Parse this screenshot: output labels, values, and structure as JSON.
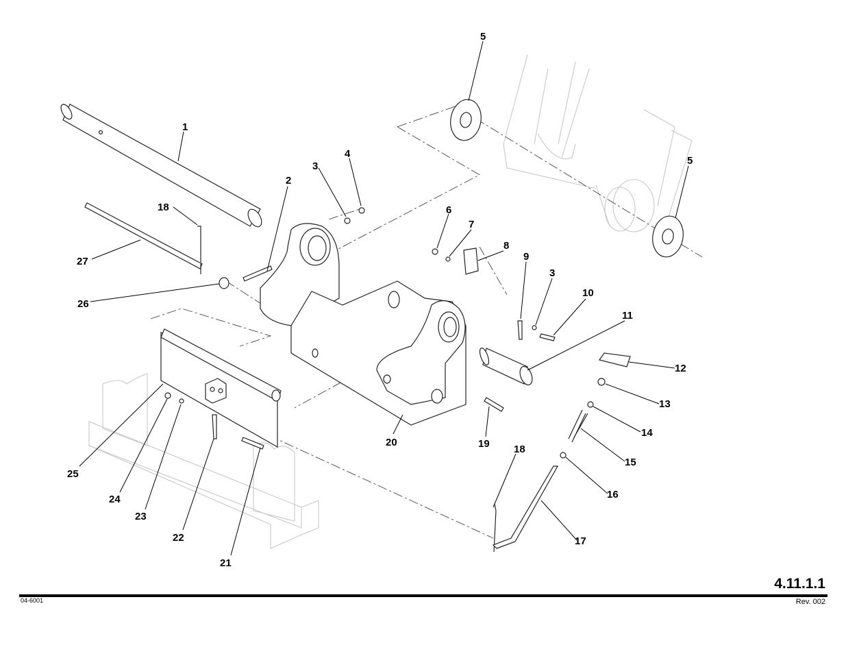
{
  "footer": {
    "section_number": "4.11.1.1",
    "document_number": "04-6001",
    "revision": "Rev. 002"
  },
  "callouts": [
    {
      "id": "c1",
      "label": "1"
    },
    {
      "id": "c2",
      "label": "2"
    },
    {
      "id": "c3a",
      "label": "3"
    },
    {
      "id": "c4",
      "label": "4"
    },
    {
      "id": "c5a",
      "label": "5"
    },
    {
      "id": "c5b",
      "label": "5"
    },
    {
      "id": "c6",
      "label": "6"
    },
    {
      "id": "c7",
      "label": "7"
    },
    {
      "id": "c8",
      "label": "8"
    },
    {
      "id": "c9",
      "label": "9"
    },
    {
      "id": "c3b",
      "label": "3"
    },
    {
      "id": "c10",
      "label": "10"
    },
    {
      "id": "c11",
      "label": "11"
    },
    {
      "id": "c12",
      "label": "12"
    },
    {
      "id": "c13",
      "label": "13"
    },
    {
      "id": "c14",
      "label": "14"
    },
    {
      "id": "c15",
      "label": "15"
    },
    {
      "id": "c16",
      "label": "16"
    },
    {
      "id": "c17",
      "label": "17"
    },
    {
      "id": "c18a",
      "label": "18"
    },
    {
      "id": "c18b",
      "label": "18"
    },
    {
      "id": "c19",
      "label": "19"
    },
    {
      "id": "c20",
      "label": "20"
    },
    {
      "id": "c21",
      "label": "21"
    },
    {
      "id": "c22",
      "label": "22"
    },
    {
      "id": "c23",
      "label": "23"
    },
    {
      "id": "c24",
      "label": "24"
    },
    {
      "id": "c25",
      "label": "25"
    },
    {
      "id": "c26",
      "label": "26"
    },
    {
      "id": "c27",
      "label": "27"
    }
  ]
}
